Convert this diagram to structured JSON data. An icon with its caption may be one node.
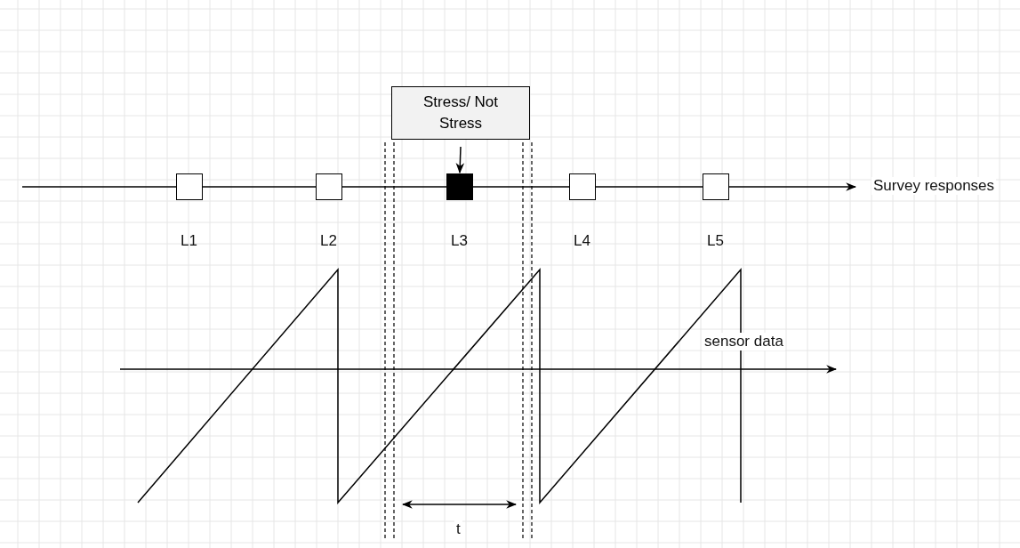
{
  "diagram": {
    "nodes": [
      {
        "text": [
          "Stress/ Not Stress"
        ]
      },
      {
        "text": [],
        "shape": "box",
        "beside": [
          "L1"
        ]
      },
      {
        "text": [],
        "shape": "box",
        "beside": [
          "L2"
        ]
      },
      {
        "text": [],
        "shape": "box",
        "beside": [
          "L3"
        ]
      },
      {
        "text": [],
        "shape": "box",
        "beside": [
          "L4"
        ]
      },
      {
        "text": [],
        "shape": "box",
        "beside": [
          "L5"
        ]
      }
    ],
    "edges": [
      {
        "from": 0,
        "to": 3,
        "arrow": "to"
      }
    ],
    "labels": [
      "Survey responses",
      "sensor data",
      "t"
    ]
  }
}
